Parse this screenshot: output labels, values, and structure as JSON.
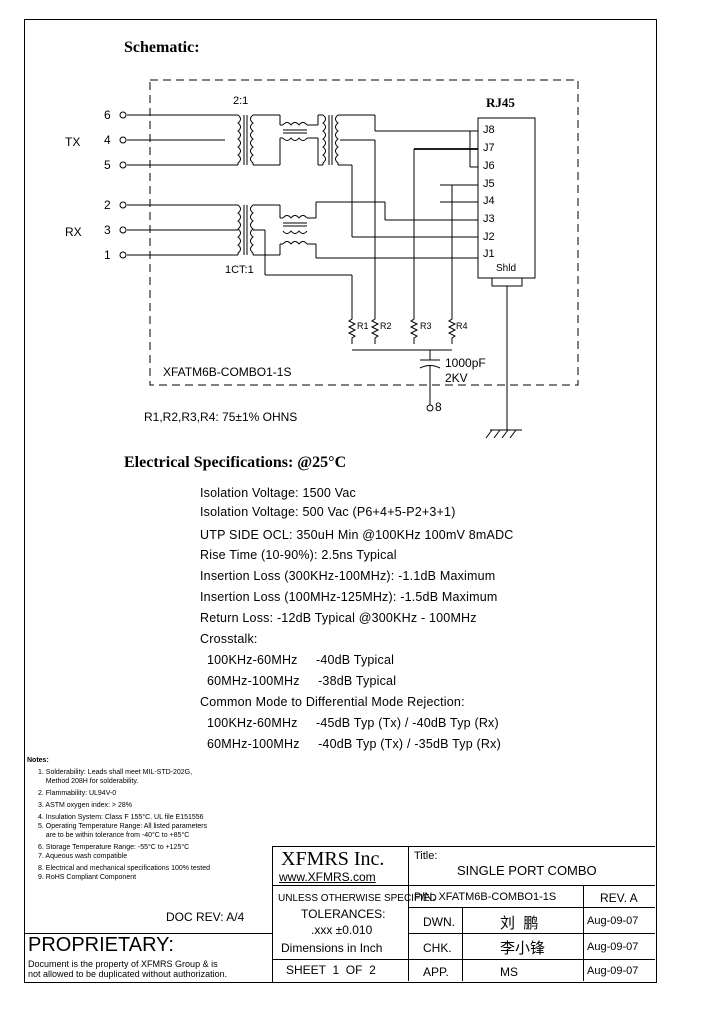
{
  "schematic": {
    "title": "Schematic:",
    "ratio_top": "2:1",
    "ratio_bottom": "1CT:1",
    "rj45_label": "RJ45",
    "tx_label": "TX",
    "rx_label": "RX",
    "tx_pins": [
      "6",
      "4",
      "5"
    ],
    "rx_pins": [
      "2",
      "3",
      "1"
    ],
    "jacks": [
      "J8",
      "J7",
      "J6",
      "J5",
      "J4",
      "J3",
      "J2",
      "J1"
    ],
    "shield": "Shld",
    "resistors": [
      "R1",
      "R2",
      "R3",
      "R4"
    ],
    "capacitor_value": "1000pF",
    "capacitor_voltage": "2KV",
    "pin8": "8",
    "part_in_box": "XFATM6B-COMBO1-1S",
    "resistor_note": "R1,R2,R3,R4: 75±1% OHNS"
  },
  "electrical": {
    "title": "Electrical Specifications: @25°C",
    "lines": [
      "Isolation Voltage:  1500 Vac",
      "Isolation Voltage:  500 Vac (P6+4+5-P2+3+1)",
      "UTP SIDE OCL: 350uH Min @100KHz   100mV 8mADC",
      "Rise Time (10-90%): 2.5ns Typical",
      "Insertion Loss (300KHz-100MHz): -1.1dB Maximum",
      "Insertion Loss (100MHz-125MHz): -1.5dB Maximum",
      "Return Loss: -12dB Typical @300KHz - 100MHz",
      "Crosstalk:",
      "100KHz-60MHz     -40dB Typical",
      "60MHz-100MHz     -38dB Typical",
      "Common Mode to Differential Mode Rejection:",
      "100KHz-60MHz     -45dB Typ (Tx) / -40dB Typ (Rx)",
      "60MHz-100MHz     -40dB Typ (Tx) / -35dB Typ (Rx)"
    ]
  },
  "notes": {
    "title": "Notes:",
    "items": [
      "1. Solderability: Leads shall meet MIL-STD-202G,",
      "    Method 208H for solderability.",
      "2. Flammability: UL94V-0",
      "3. ASTM oxygen index: > 28%",
      "4. Insulation System: Class F 155°C. UL file E151556",
      "5. Operating Temperature Range: All listed parameters",
      "    are to be within tolerance from -40°C to +85°C",
      "6. Storage Temperature Range: -55°C to +125°C",
      "7. Aqueous wash compatible",
      "8. Electrical and mechanical specifications 100% tested",
      "9. RoHS Compliant Component"
    ]
  },
  "title_block": {
    "doc_rev": "DOC REV: A/4",
    "company": "XFMRS Inc.",
    "website": "www.XFMRS.com",
    "title_label": "Title:",
    "title_value": "SINGLE PORT COMBO",
    "unless": "UNLESS OTHERWISE SPECIFIED",
    "tolerances": "TOLERANCES:",
    "tol_value": ".xxx ±0.010",
    "dimensions": "Dimensions in Inch",
    "sheet": "SHEET  1  OF  2",
    "pn": "P/N: XFATM6B-COMBO1-1S",
    "rev": "REV. A",
    "dwn_label": "DWN.",
    "dwn_name": "刘  鹏",
    "dwn_date": "Aug-09-07",
    "chk_label": "CHK.",
    "chk_name": "李小锋",
    "chk_date": "Aug-09-07",
    "app_label": "APP.",
    "app_name": "MS",
    "app_date": "Aug-09-07",
    "proprietary": "PROPRIETARY:",
    "prop_line1": "Document is the property of XFMRS Group & is",
    "prop_line2": "not allowed to be duplicated without authorization."
  }
}
